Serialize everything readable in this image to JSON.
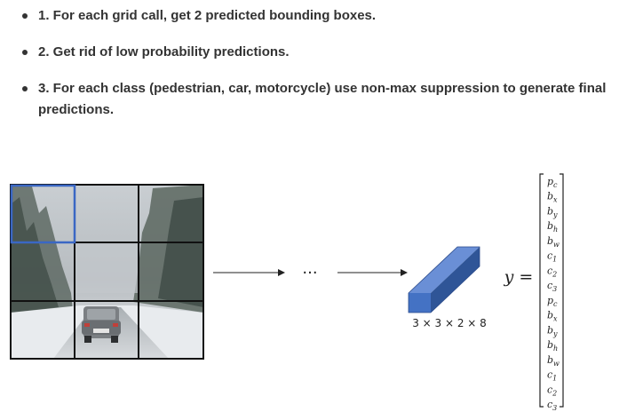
{
  "bullets": [
    "1. For each grid call, get 2 predicted bounding boxes.",
    "2. Get rid of low probability predictions.",
    "3. For each class (pedestrian, car, motorcycle) use non-max suppression to generate final predictions."
  ],
  "figure": {
    "ellipsis": "···",
    "block_label": "3 × 3 × 2 × 8",
    "y_label": "y =",
    "vector": [
      {
        "base": "p",
        "sub": "c"
      },
      {
        "base": "b",
        "sub": "x"
      },
      {
        "base": "b",
        "sub": "y"
      },
      {
        "base": "b",
        "sub": "h"
      },
      {
        "base": "b",
        "sub": "w"
      },
      {
        "base": "c",
        "sub": "1"
      },
      {
        "base": "c",
        "sub": "2"
      },
      {
        "base": "c",
        "sub": "3"
      },
      {
        "base": "p",
        "sub": "c"
      },
      {
        "base": "b",
        "sub": "x"
      },
      {
        "base": "b",
        "sub": "y"
      },
      {
        "base": "b",
        "sub": "h"
      },
      {
        "base": "b",
        "sub": "w"
      },
      {
        "base": "c",
        "sub": "1"
      },
      {
        "base": "c",
        "sub": "2"
      },
      {
        "base": "c",
        "sub": "3"
      }
    ],
    "colors": {
      "grid_line": "#111111",
      "highlight": "#3a67c4",
      "block_front": "#4472c4",
      "block_top": "#6a8fd6",
      "block_side": "#2f5597"
    }
  }
}
